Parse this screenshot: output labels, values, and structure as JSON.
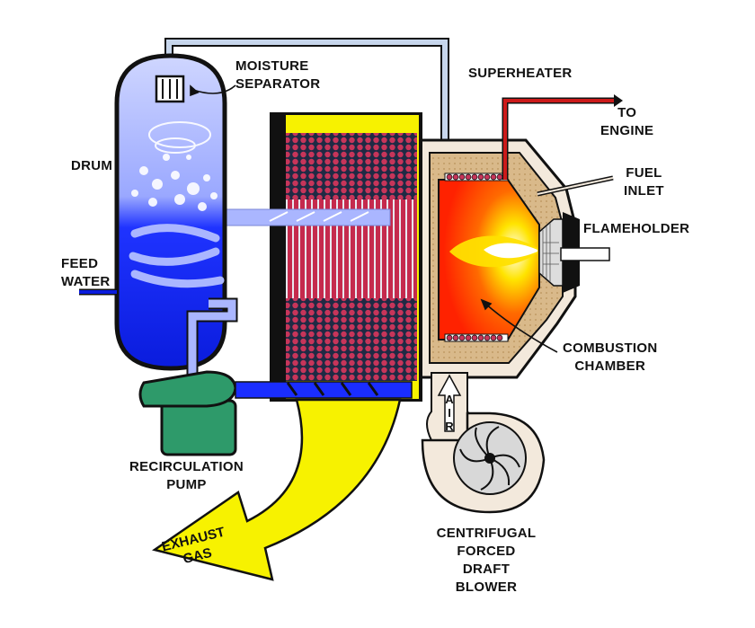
{
  "labels": {
    "moisture_separator": [
      "MOISTURE",
      "SEPARATOR"
    ],
    "superheater": "SUPERHEATER",
    "to_engine": [
      "TO",
      "ENGINE"
    ],
    "drum": "DRUM",
    "fuel_inlet": [
      "FUEL",
      "INLET"
    ],
    "flameholder": "FLAMEHOLDER",
    "feed_water": [
      "FEED",
      "WATER"
    ],
    "combustion_chamber": [
      "COMBUSTION",
      "CHAMBER"
    ],
    "air": [
      "A",
      "I",
      "R"
    ],
    "recirculation_pump": [
      "RECIRCULATION",
      "PUMP"
    ],
    "exhaust_gas": [
      "EXHAUST",
      "GAS"
    ],
    "blower": [
      "CENTRIFUGAL",
      "FORCED",
      "DRAFT",
      "BLOWER"
    ]
  },
  "colors": {
    "outline": "#111111",
    "casing": "#f3e9dc",
    "water": "#1a2dff",
    "steam": "#aab6ff",
    "heat_exchanger": "#f7f200",
    "tube_bank": "#d4284a",
    "hot_gas": "#ff2200",
    "flame": "#ffd800",
    "pipe_steam": "#c7d6ec",
    "superheater_pipe": "#cc1a1a",
    "pump": "#2e9a6a",
    "exhaust": "#f7f200"
  }
}
